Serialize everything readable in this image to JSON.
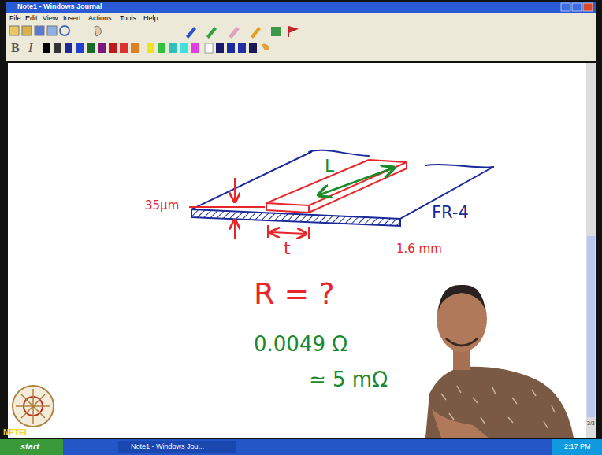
{
  "diagram": {
    "labels": [
      "Note1 - Windows Journal",
      "File",
      "Edit",
      "View",
      "Insert",
      "Actions",
      "Tools",
      "Help",
      "B",
      "I",
      "35µm",
      "L",
      "t",
      "FR-4",
      "1.6 mm",
      "R = ?",
      "0.0049 Ω",
      "≃ 5 mΩ",
      "NPTEL",
      "start",
      "Note1 - Windows Jou...",
      "2:17 PM",
      "3/3"
    ]
  }
}
